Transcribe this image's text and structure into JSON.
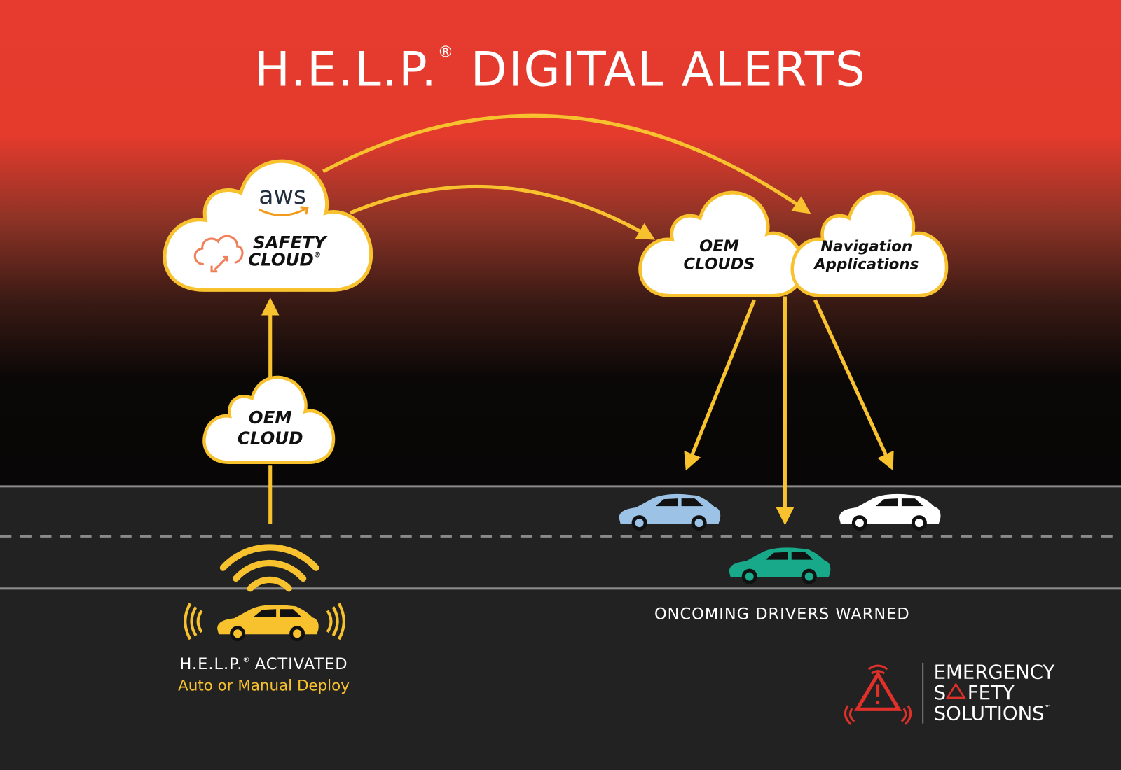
{
  "title": "H.E.L.P.",
  "title_reg": "®",
  "title_rest": "DIGITAL ALERTS",
  "clouds": {
    "aws": "aws",
    "safety_line1": "SAFETY",
    "safety_line2": "CLOUD",
    "safety_reg": "®",
    "oem_line1": "OEM",
    "oem_line2": "CLOUD",
    "oems_line1": "OEM",
    "oems_line2": "CLOUDS",
    "nav_line1": "Navigation",
    "nav_line2": "Applications"
  },
  "activated": {
    "label": "H.E.L.P.",
    "reg": "®",
    "label_rest": "ACTIVATED",
    "subtitle": "Auto or Manual Deploy"
  },
  "warned_label": "ONCOMING DRIVERS WARNED",
  "logo": {
    "line1": "EMERGENCY",
    "line2a": "S",
    "line2b": "FETY",
    "line3": "SOLUTIONS",
    "tm": "™"
  },
  "colors": {
    "red": "#e63b2e",
    "yellow": "#f8c22e",
    "road": "#222222",
    "car_blue": "#9cc3e6",
    "car_green": "#17a98a",
    "car_white": "#ffffff"
  }
}
